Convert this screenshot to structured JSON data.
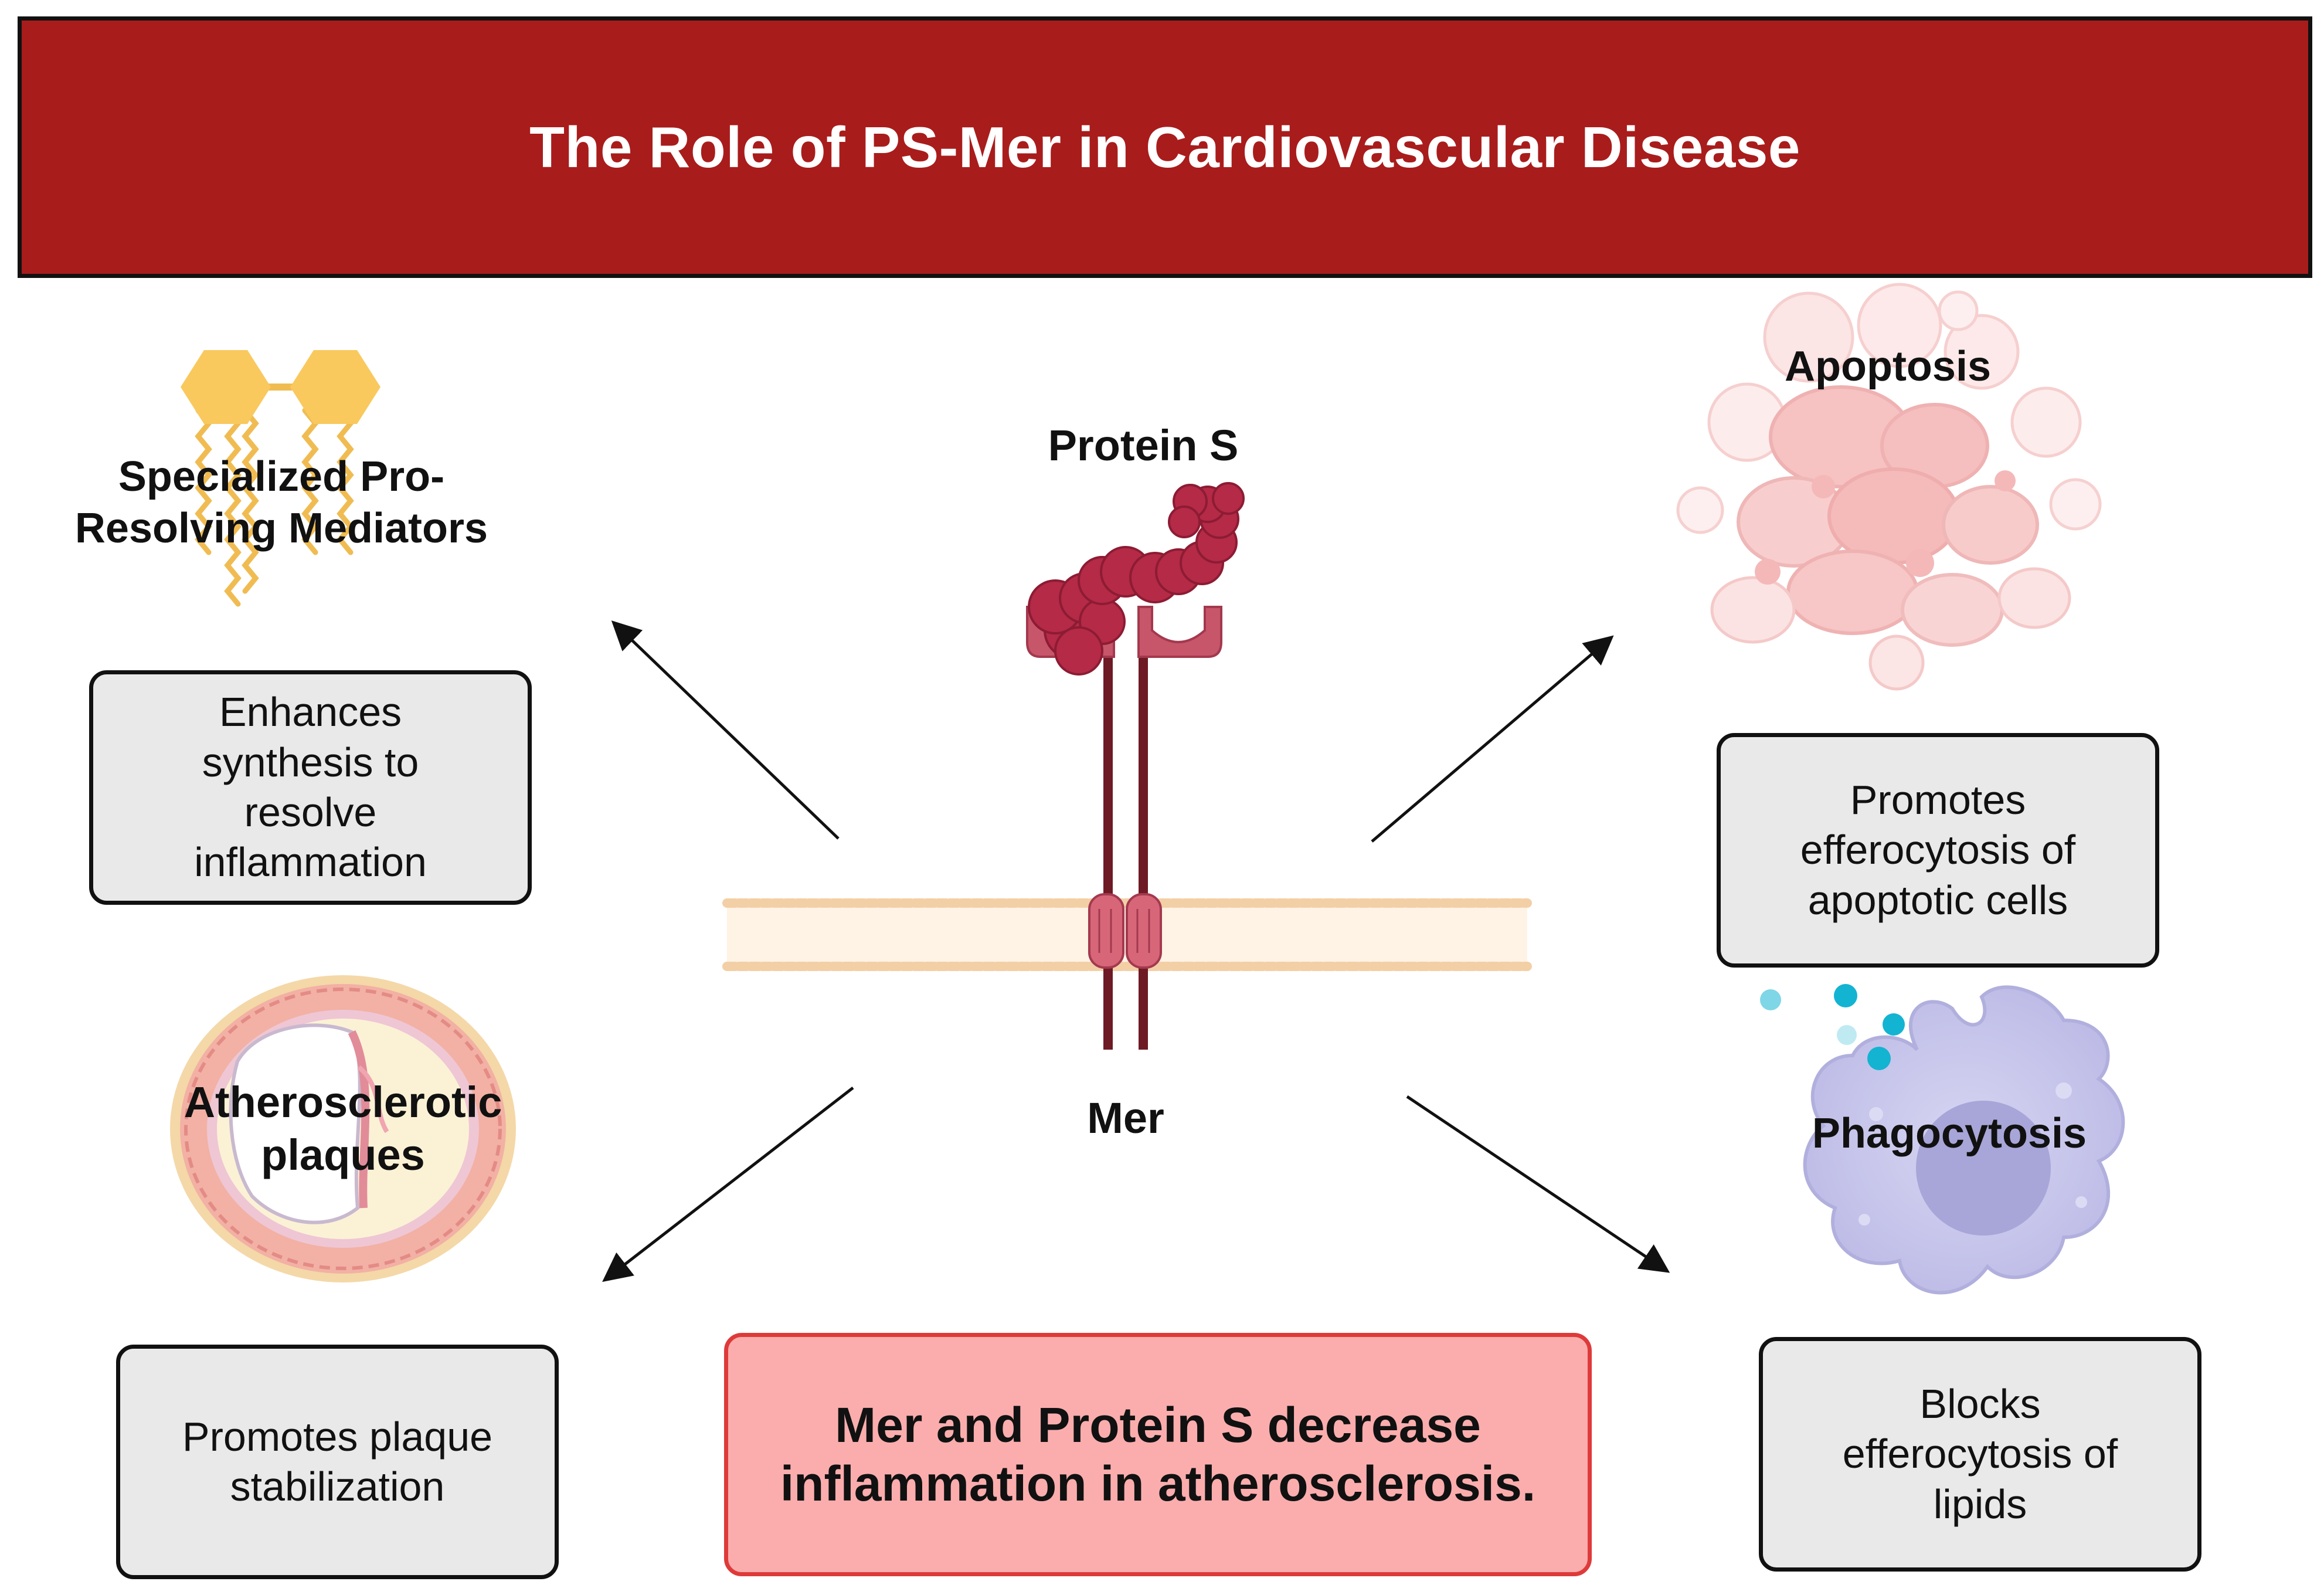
{
  "title": "The Role of PS-Mer in Cardiovascular Disease",
  "center": {
    "ligand_label": "Protein S",
    "receptor_label": "Mer"
  },
  "topLeft": {
    "label": "Specialized Pro-\nResolving Mediators",
    "box": "Enhances synthesis to resolve inflammation"
  },
  "bottomLeft": {
    "label": "Atherosclerotic plaques",
    "box": "Promotes plaque stabilization"
  },
  "topRight": {
    "label": "Apoptosis",
    "box": "Promotes efferocytosis of apoptotic cells"
  },
  "bottomRight": {
    "label": "Phagocytosis",
    "box": "Blocks efferocytosis of lipids"
  },
  "summary": "Mer and Protein S decrease inflammation in atherosclerosis.",
  "colors": {
    "banner": "#a91c1c",
    "summary_fill": "#fbadad",
    "summary_border": "#de3a3a",
    "box_fill": "#e9e9e9",
    "protein": "#b52a47",
    "receptor": "#6e1a24",
    "lipid": "#f5c45c",
    "macrophage": "#c9c8ec",
    "apoptotic": "#f5b7b7"
  }
}
